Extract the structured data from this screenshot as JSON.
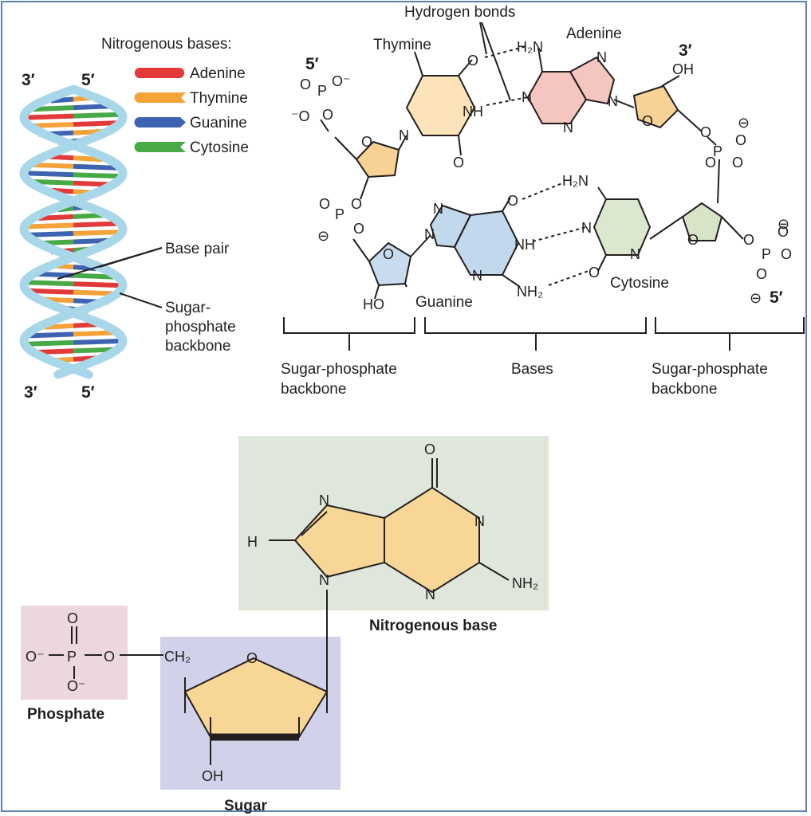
{
  "colors": {
    "adenine": "#e23a3a",
    "thymine": "#f3a33a",
    "guanine": "#3e63b0",
    "cytosine": "#48a947",
    "helix_strand": "#a9d7ea",
    "frame": "#5b7fb8",
    "phosphate_box": "#ecd7e1",
    "sugar_box": "#d1d2ea",
    "base_box": "#dfe7dc",
    "ring_fill": "#f8d695",
    "thymine_ring": "#fde3b9",
    "adenine_ring": "#f5c6bf",
    "guanine_ring": "#c2d8ec",
    "cytosine_ring": "#dbe7cf",
    "sugar_top_ring": "#f8d295",
    "sugar_right_ring": "#d7e4c8",
    "sugar_bottom_ring": "#c9dcef"
  },
  "helix": {
    "end_top_left": "3′",
    "end_top_right": "5′",
    "end_bottom_left": "3′",
    "end_bottom_right": "5′",
    "label_base_pair": "Base pair",
    "label_backbone_line1": "Sugar-",
    "label_backbone_line2": "phosphate",
    "label_backbone_line3": "backbone"
  },
  "legend": {
    "title": "Nitrogenous bases:",
    "items": [
      {
        "label": "Adenine",
        "color": "#e23a3a"
      },
      {
        "label": "Thymine",
        "color": "#f3a33a"
      },
      {
        "label": "Guanine",
        "color": "#3e63b0"
      },
      {
        "label": "Cytosine",
        "color": "#48a947"
      }
    ]
  },
  "pairing": {
    "hydrogen_bonds": "Hydrogen bonds",
    "thymine": "Thymine",
    "adenine": "Adenine",
    "guanine": "Guanine",
    "cytosine": "Cytosine",
    "prime_5_top_left": "5′",
    "prime_3_top_right": "3′",
    "prime_5_bottom_right": "5′",
    "bracket_left_line1": "Sugar-phosphate",
    "bracket_left_line2": "backbone",
    "bracket_mid": "Bases",
    "bracket_right_line1": "Sugar-phosphate",
    "bracket_right_line2": "backbone"
  },
  "nucleotide": {
    "phosphate_label": "Phosphate",
    "sugar_label": "Sugar",
    "base_label": "Nitrogenous base"
  }
}
